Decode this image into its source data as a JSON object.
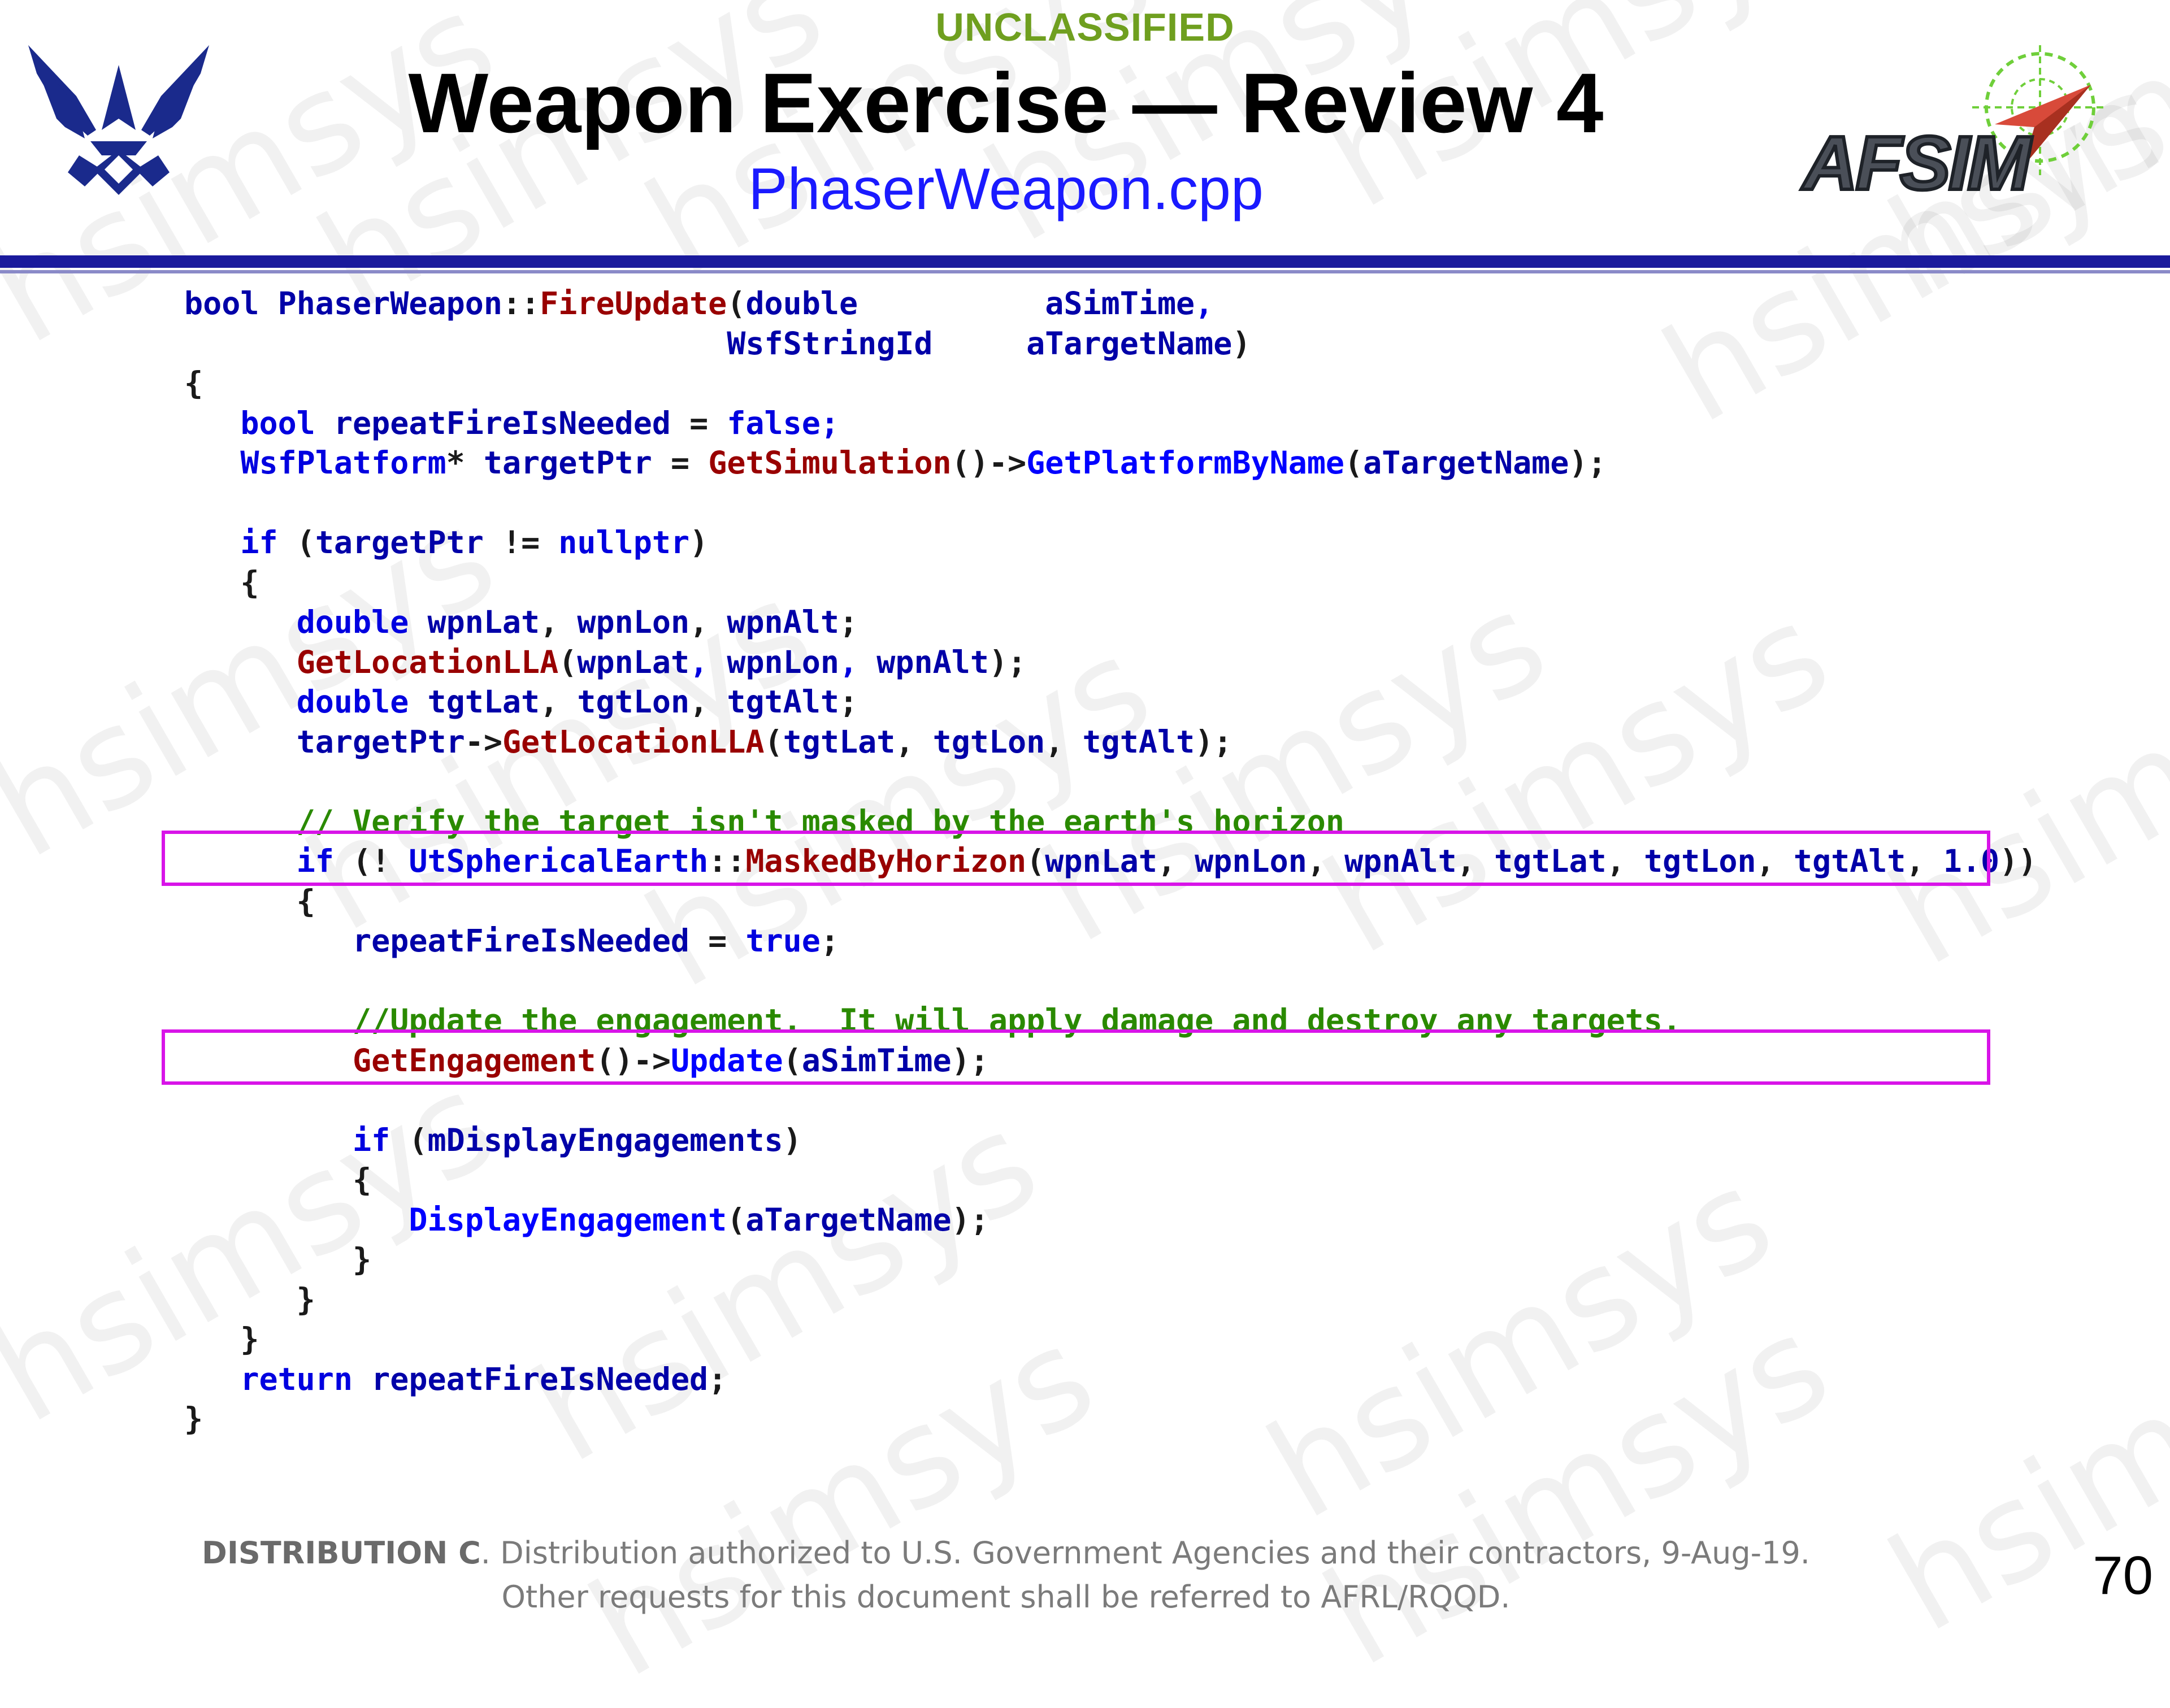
{
  "header": {
    "classification": "UNCLASSIFIED",
    "title": "Weapon Exercise — Review 4",
    "subtitle": "PhaserWeapon.cpp",
    "afsim_logo_text": "AFSIM"
  },
  "watermark_text": "hsimsys",
  "colors": {
    "classification": "#6f9f1f",
    "subtitle": "#1a1aff",
    "header_rule": "#1a1a9c",
    "keyword": "#0000e0",
    "type": "#0000a8",
    "function": "#990000",
    "comment": "#2a8a00",
    "highlight_box": "#d814e8"
  },
  "code_lines": [
    [
      [
        "ty",
        "bool "
      ],
      [
        "ty",
        "PhaserWeapon"
      ],
      [
        "",
        "::"
      ],
      [
        "fn",
        "FireUpdate"
      ],
      [
        "",
        "("
      ],
      [
        "ty",
        "double"
      ],
      [
        "",
        "          "
      ],
      [
        "ty",
        "aSimTime"
      ],
      [
        "kw",
        ","
      ]
    ],
    [
      [
        "",
        "                             "
      ],
      [
        "ty",
        "WsfStringId"
      ],
      [
        "",
        "     "
      ],
      [
        "ty",
        "aTargetName"
      ],
      [
        "",
        ")"
      ]
    ],
    [
      [
        "",
        "{"
      ]
    ],
    [
      [
        "",
        "   "
      ],
      [
        "kw",
        "bool "
      ],
      [
        "ty",
        "repeatFireIsNeeded "
      ],
      [
        "",
        "= "
      ],
      [
        "kw",
        "false;"
      ]
    ],
    [
      [
        "",
        "   "
      ],
      [
        "kw",
        "WsfPlatform"
      ],
      [
        "",
        "* "
      ],
      [
        "ty",
        "targetPtr "
      ],
      [
        "",
        "= "
      ],
      [
        "fn",
        "GetSimulation"
      ],
      [
        "",
        "()->"
      ],
      [
        "fb",
        "GetPlatformByName"
      ],
      [
        "",
        "("
      ],
      [
        "ty",
        "aTargetName"
      ],
      [
        "",
        ");"
      ]
    ],
    [
      [
        "",
        ""
      ]
    ],
    [
      [
        "",
        "   "
      ],
      [
        "kw",
        "if "
      ],
      [
        "",
        "("
      ],
      [
        "ty",
        "targetPtr "
      ],
      [
        "",
        "!= "
      ],
      [
        "kw",
        "nullptr"
      ],
      [
        "",
        ")"
      ]
    ],
    [
      [
        "",
        "   {"
      ]
    ],
    [
      [
        "",
        "      "
      ],
      [
        "kw",
        "double "
      ],
      [
        "ty",
        "wpnLat"
      ],
      [
        "",
        ", "
      ],
      [
        "ty",
        "wpnLon"
      ],
      [
        "",
        ", "
      ],
      [
        "ty",
        "wpnAlt"
      ],
      [
        "",
        ";"
      ]
    ],
    [
      [
        "",
        "      "
      ],
      [
        "fn",
        "GetLocationLLA"
      ],
      [
        "",
        "("
      ],
      [
        "ty",
        "wpnLat"
      ],
      [
        "kw",
        ", "
      ],
      [
        "ty",
        "wpnLon"
      ],
      [
        "kw",
        ", "
      ],
      [
        "ty",
        "wpnAlt"
      ],
      [
        "",
        ");"
      ]
    ],
    [
      [
        "",
        "      "
      ],
      [
        "kw",
        "double "
      ],
      [
        "ty",
        "tgtLat"
      ],
      [
        "",
        ", "
      ],
      [
        "ty",
        "tgtLon"
      ],
      [
        "",
        ", "
      ],
      [
        "ty",
        "tgtAlt"
      ],
      [
        "",
        ";"
      ]
    ],
    [
      [
        "",
        "      "
      ],
      [
        "ty",
        "targetPtr"
      ],
      [
        "",
        "->"
      ],
      [
        "fn",
        "GetLocationLLA"
      ],
      [
        "",
        "("
      ],
      [
        "ty",
        "tgtLat"
      ],
      [
        "",
        ", "
      ],
      [
        "ty",
        "tgtLon"
      ],
      [
        "",
        ", "
      ],
      [
        "ty",
        "tgtAlt"
      ],
      [
        "",
        ");"
      ]
    ],
    [
      [
        "",
        ""
      ]
    ],
    [
      [
        "",
        "      "
      ],
      [
        "cm",
        "// Verify the target isn't masked by the earth's horizon"
      ]
    ],
    [
      [
        "",
        "      "
      ],
      [
        "kw",
        "if "
      ],
      [
        "",
        "(! "
      ],
      [
        "kw",
        "UtSphericalEarth"
      ],
      [
        "",
        "::"
      ],
      [
        "fn",
        "MaskedByHorizon"
      ],
      [
        "",
        "("
      ],
      [
        "ty",
        "wpnLat"
      ],
      [
        "",
        ", "
      ],
      [
        "ty",
        "wpnLon"
      ],
      [
        "",
        ", "
      ],
      [
        "ty",
        "wpnAlt"
      ],
      [
        "",
        ", "
      ],
      [
        "ty",
        "tgtLat"
      ],
      [
        "",
        ", "
      ],
      [
        "ty",
        "tgtLon"
      ],
      [
        "",
        ", "
      ],
      [
        "ty",
        "tgtAlt"
      ],
      [
        "",
        ", "
      ],
      [
        "ty",
        "1.0"
      ],
      [
        "",
        "))"
      ]
    ],
    [
      [
        "",
        "      {"
      ]
    ],
    [
      [
        "",
        "         "
      ],
      [
        "ty",
        "repeatFireIsNeeded "
      ],
      [
        "",
        "= "
      ],
      [
        "kw",
        "true"
      ],
      [
        "",
        ";"
      ]
    ],
    [
      [
        "",
        ""
      ]
    ],
    [
      [
        "",
        "         "
      ],
      [
        "cm",
        "//Update the engagement.  It will apply damage and destroy any targets."
      ]
    ],
    [
      [
        "",
        "         "
      ],
      [
        "fn",
        "GetEngagement"
      ],
      [
        "",
        "()->"
      ],
      [
        "fb",
        "Update"
      ],
      [
        "",
        "("
      ],
      [
        "ty",
        "aSimTime"
      ],
      [
        "",
        ");"
      ]
    ],
    [
      [
        "",
        ""
      ]
    ],
    [
      [
        "",
        "         "
      ],
      [
        "kw",
        "if "
      ],
      [
        "",
        "("
      ],
      [
        "ty",
        "mDisplayEngagements"
      ],
      [
        "",
        ")"
      ]
    ],
    [
      [
        "",
        "         {"
      ]
    ],
    [
      [
        "",
        "            "
      ],
      [
        "fb",
        "DisplayEngagement"
      ],
      [
        "",
        "("
      ],
      [
        "ty",
        "aTargetName"
      ],
      [
        "",
        ");"
      ]
    ],
    [
      [
        "",
        "         }"
      ]
    ],
    [
      [
        "",
        "      }"
      ]
    ],
    [
      [
        "",
        "   }"
      ]
    ],
    [
      [
        "",
        "   "
      ],
      [
        "kw",
        "return "
      ],
      [
        "ty",
        "repeatFireIsNeeded"
      ],
      [
        "",
        ";"
      ]
    ],
    [
      [
        "",
        "}"
      ]
    ]
  ],
  "footer": {
    "distribution_label": "DISTRIBUTION C",
    "distribution_text": ". Distribution authorized to U.S. Government Agencies and their contractors, 9-Aug-19.",
    "distribution_line2": "Other requests for this document shall be referred to AFRL/RQQD.",
    "page_number": "70"
  }
}
